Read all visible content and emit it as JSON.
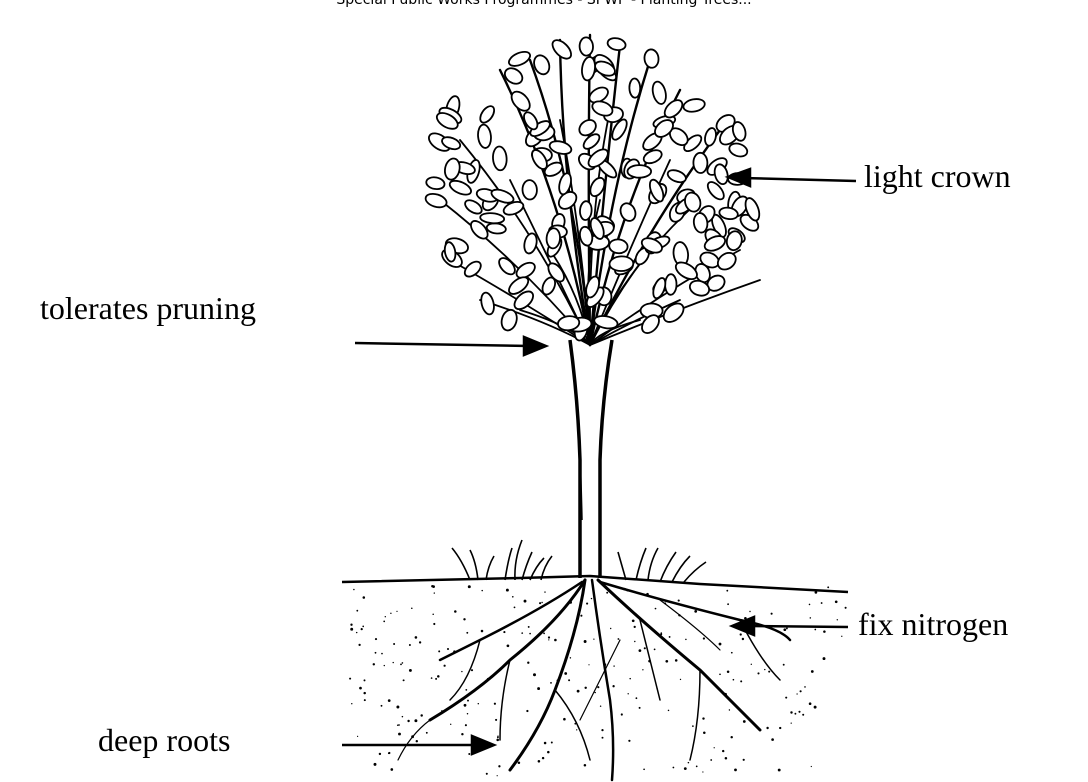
{
  "header": {
    "title": "Special Public Works Programmes - SPWP - Planting Trees..."
  },
  "labels": {
    "light_crown": "light crown",
    "tolerates_pruning": "tolerates pruning",
    "fix_nitrogen": "fix nitrogen",
    "deep_roots": "deep roots"
  },
  "colors": {
    "ink": "#000000",
    "paper": "#ffffff"
  }
}
